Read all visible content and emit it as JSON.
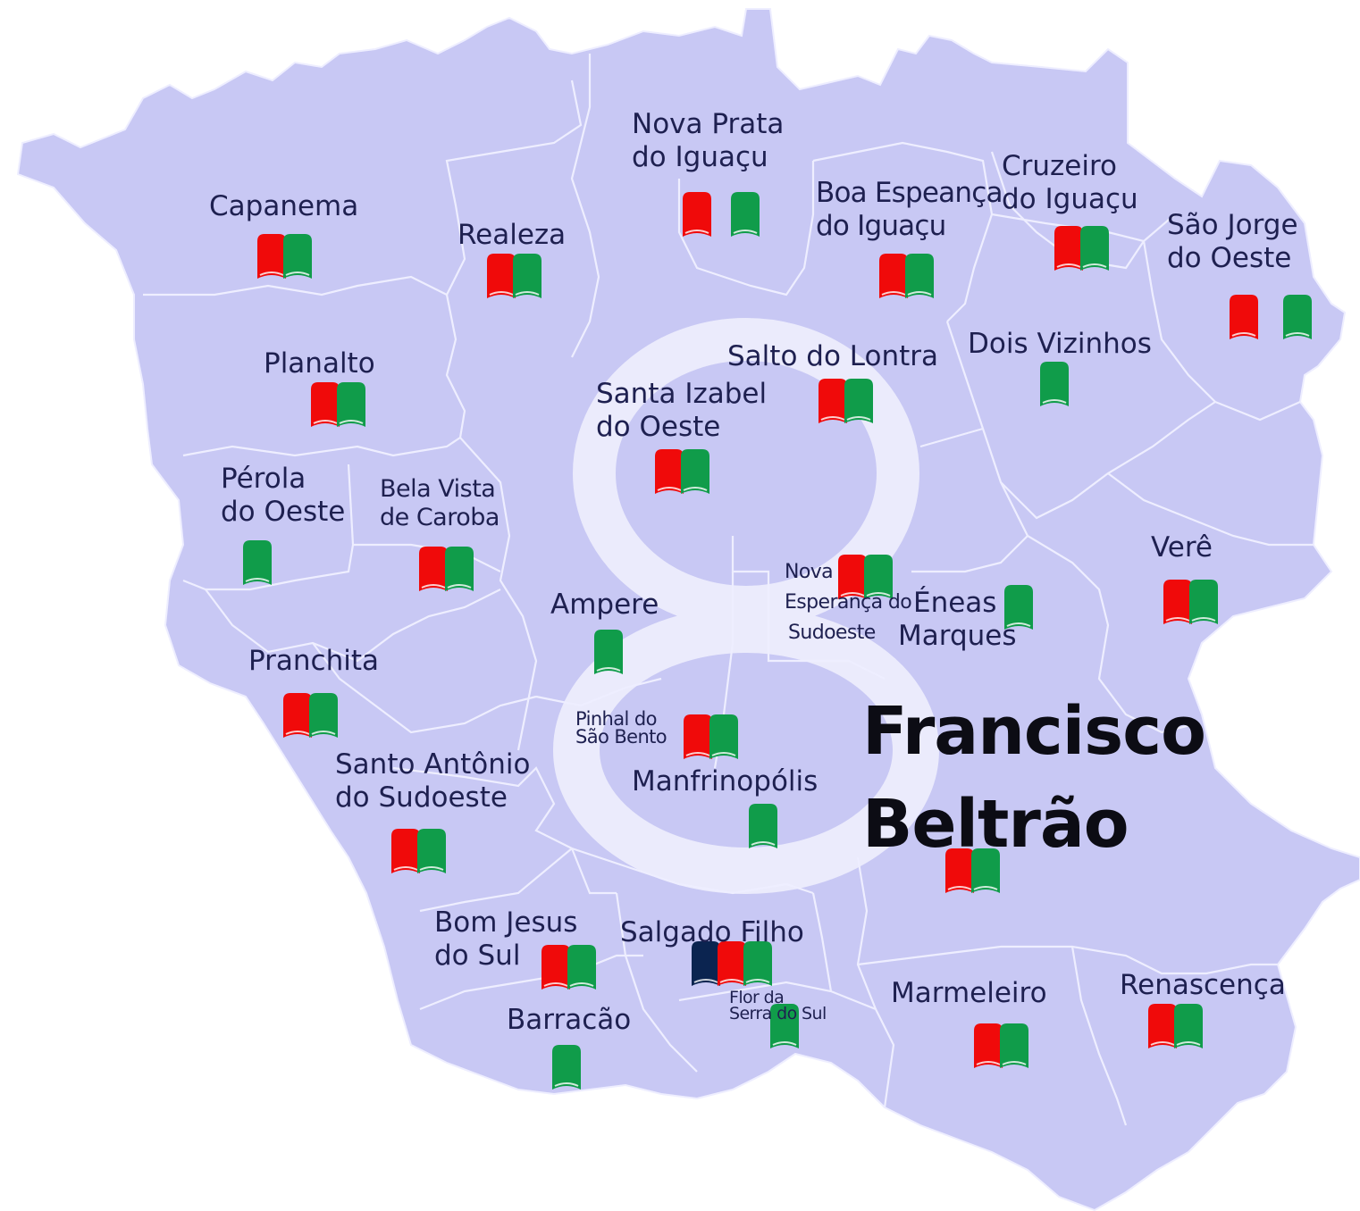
{
  "colors": {
    "region_fill": "#c8c8f4",
    "region_border": "#eeeeff",
    "figure_eight": "#ebebfc",
    "label": "#1e2050",
    "highlight": "#0c0c14"
  },
  "legend_colors": {
    "red": "#f00a0a",
    "green": "#109c4a",
    "navy": "#0b2450"
  },
  "highlight_city": [
    "Francisco",
    "Beltrão"
  ],
  "municipalities": [
    {
      "id": "capanema",
      "lines": [
        "Capanema"
      ],
      "markers": [
        "red",
        "green"
      ]
    },
    {
      "id": "realeza",
      "lines": [
        "Realeza"
      ],
      "markers": [
        "red",
        "green"
      ]
    },
    {
      "id": "nova-prata",
      "lines": [
        "Nova Prata",
        "do Iguaçu"
      ],
      "markers": [
        "red",
        "green"
      ]
    },
    {
      "id": "boa-esperanca",
      "lines": [
        "Boa Espeança",
        "do Iguaçu"
      ],
      "markers": [
        "red",
        "green"
      ]
    },
    {
      "id": "cruzeiro",
      "lines": [
        "Cruzeiro",
        "do Iguaçu"
      ],
      "markers": [
        "red",
        "green"
      ]
    },
    {
      "id": "sao-jorge",
      "lines": [
        "São Jorge",
        "do Oeste"
      ],
      "markers": [
        "red",
        "green"
      ]
    },
    {
      "id": "planalto",
      "lines": [
        "Planalto"
      ],
      "markers": [
        "red",
        "green"
      ]
    },
    {
      "id": "salto-lontra",
      "lines": [
        "Salto do Lontra"
      ],
      "markers": [
        "red",
        "green"
      ]
    },
    {
      "id": "dois-vizinhos",
      "lines": [
        "Dois Vizinhos"
      ],
      "markers": [
        "green"
      ]
    },
    {
      "id": "santa-izabel",
      "lines": [
        "Santa Izabel",
        "do Oeste"
      ],
      "markers": [
        "red",
        "green"
      ]
    },
    {
      "id": "perola",
      "lines": [
        "Pérola",
        "do Oeste"
      ],
      "markers": [
        "green"
      ]
    },
    {
      "id": "bela-vista",
      "lines": [
        "Bela Vista",
        "de Caroba"
      ],
      "markers": [
        "red",
        "green"
      ]
    },
    {
      "id": "nova-esperanca",
      "lines": [
        "Nova",
        "Esperança do",
        "Sudoeste"
      ],
      "markers": [
        "red",
        "green"
      ]
    },
    {
      "id": "eneas",
      "lines": [
        "Éneas",
        "Marques"
      ],
      "markers": [
        "green"
      ]
    },
    {
      "id": "vere",
      "lines": [
        "Verê"
      ],
      "markers": [
        "red",
        "green"
      ]
    },
    {
      "id": "ampere",
      "lines": [
        "Ampere"
      ],
      "markers": [
        "green"
      ]
    },
    {
      "id": "pranchita",
      "lines": [
        "Pranchita"
      ],
      "markers": [
        "red",
        "green"
      ]
    },
    {
      "id": "pinhal",
      "lines": [
        "Pinhal do",
        "São Bento"
      ],
      "markers": [
        "red",
        "green"
      ]
    },
    {
      "id": "santo-antonio",
      "lines": [
        "Santo Antônio",
        "do Sudoeste"
      ],
      "markers": [
        "red",
        "green"
      ]
    },
    {
      "id": "manfrinopolis",
      "lines": [
        "Manfrinopólis"
      ],
      "markers": [
        "green"
      ]
    },
    {
      "id": "francisco-beltrao",
      "lines": [
        "Francisco",
        "Beltrão"
      ],
      "markers": [
        "red",
        "green"
      ]
    },
    {
      "id": "bom-jesus",
      "lines": [
        "Bom Jesus",
        "do Sul"
      ],
      "markers": [
        "red",
        "green"
      ]
    },
    {
      "id": "salgado-filho",
      "lines": [
        "Salgado Filho"
      ],
      "markers": [
        "navy",
        "red",
        "green"
      ]
    },
    {
      "id": "flor-serra",
      "lines": [
        "Flor da",
        "Serra do Sul"
      ],
      "markers": [
        "green"
      ]
    },
    {
      "id": "barracao",
      "lines": [
        "Barracão"
      ],
      "markers": [
        "green"
      ]
    },
    {
      "id": "marmeleiro",
      "lines": [
        "Marmeleiro"
      ],
      "markers": [
        "red",
        "green"
      ]
    },
    {
      "id": "renascenca",
      "lines": [
        "Renascença"
      ],
      "markers": [
        "red",
        "green"
      ]
    }
  ]
}
